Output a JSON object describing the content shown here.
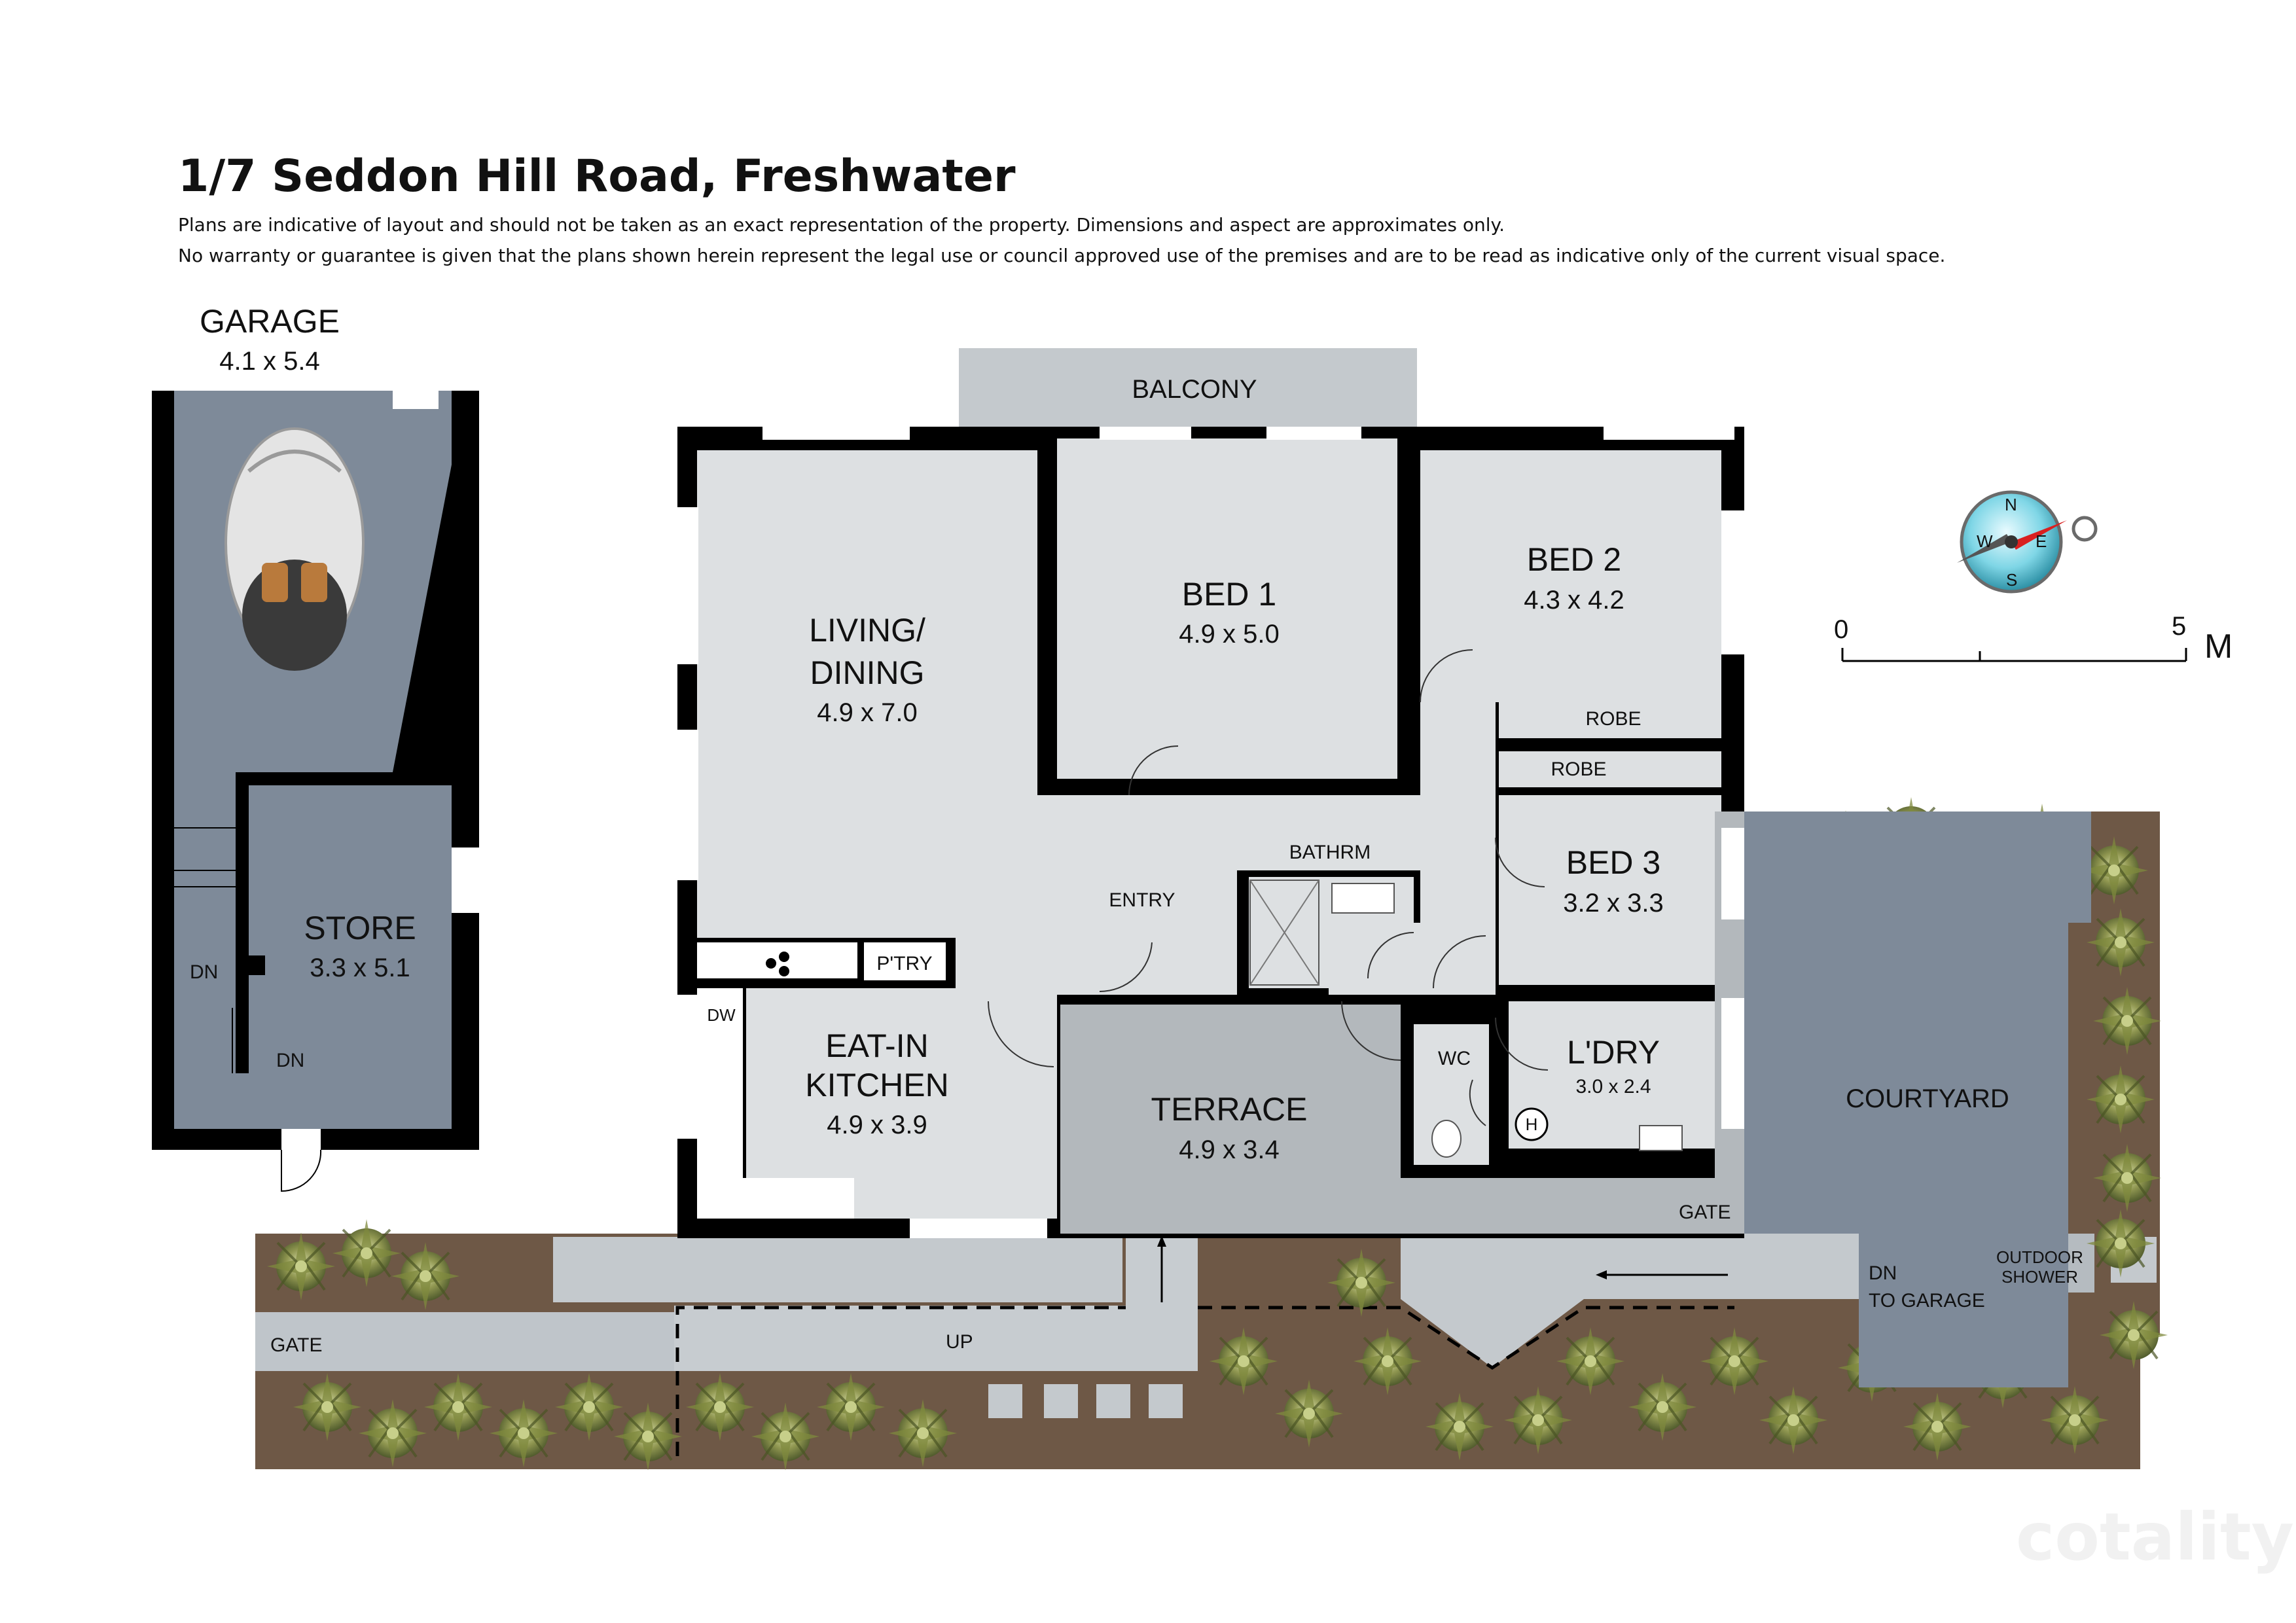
{
  "header": {
    "title": "1/7 Seddon Hill Road, Freshwater",
    "disclaimer_1": "Plans are indicative of layout and should not be taken as an exact representation of the property. Dimensions and aspect are approximates only.",
    "disclaimer_2": "No warranty or guarantee is given that the plans shown herein represent the legal use or council approved use of the premises and are to be read as indicative only of the current visual space."
  },
  "rooms": {
    "garage": {
      "name": "GARAGE",
      "dim": "4.1 x 5.4"
    },
    "store": {
      "name": "STORE",
      "dim": "3.3 x 5.1"
    },
    "balcony": {
      "name": "BALCONY"
    },
    "living": {
      "name_1": "LIVING/",
      "name_2": "DINING",
      "dim": "4.9 x 7.0"
    },
    "bed1": {
      "name": "BED 1",
      "dim": "4.9 x 5.0"
    },
    "bed2": {
      "name": "BED 2",
      "dim": "4.3 x 4.2"
    },
    "bed3": {
      "name": "BED 3",
      "dim": "3.2 x 3.3"
    },
    "robe_1": "ROBE",
    "robe_2": "ROBE",
    "bathroom": "BATHRM",
    "entry": "ENTRY",
    "pantry": "P'TRY",
    "dishwasher": "DW",
    "kitchen": {
      "name_1": "EAT-IN",
      "name_2": "KITCHEN",
      "dim": "4.9 x 3.9"
    },
    "terrace": {
      "name": "TERRACE",
      "dim": "4.9 x 3.4"
    },
    "wc": "WC",
    "laundry": {
      "name": "L'DRY",
      "dim": "3.0 x 2.4"
    },
    "hot_water": "H",
    "courtyard": {
      "name": "COURTYARD"
    }
  },
  "annotations": {
    "gate_left": "GATE",
    "gate_right": "GATE",
    "up": "UP",
    "dn_to_garage_1": "DN",
    "dn_to_garage_2": "TO GARAGE",
    "outdoor_shower_1": "OUTDOOR",
    "outdoor_shower_2": "SHOWER",
    "dn_store": "DN",
    "dn_stairs": "DN"
  },
  "scale": {
    "start": "0",
    "end": "5",
    "unit": "M"
  },
  "compass": {
    "north": "N",
    "west": "W",
    "east": "E",
    "south": "S"
  },
  "watermark": "cotality",
  "colors": {
    "room_fill": "#dde0e2",
    "garage_fill": "#7e8a99",
    "terrace_fill": "#b3b8bc",
    "courtyard_fill": "#7e8a99",
    "path_fill": "#c4c9cd",
    "garden_fill": "#6e5846",
    "wall": "#000000"
  }
}
